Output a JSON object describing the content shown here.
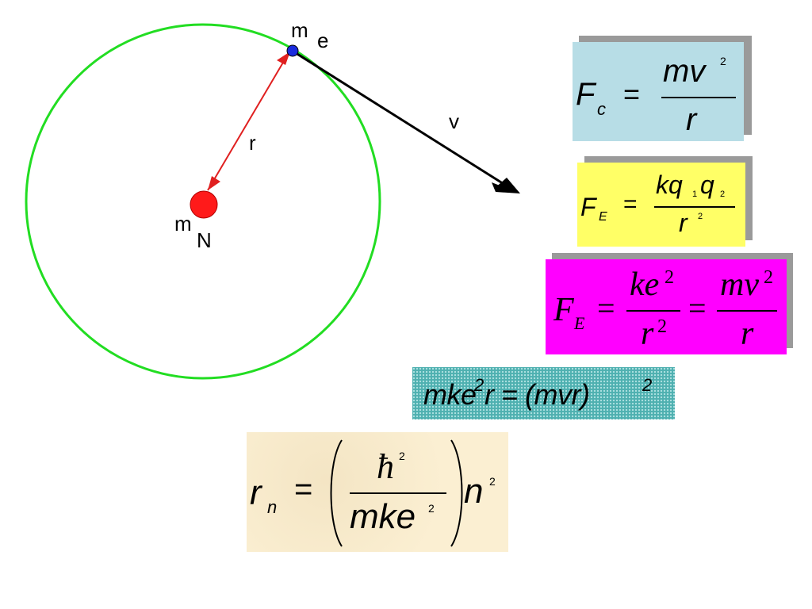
{
  "diagram": {
    "labels": {
      "electron_mass": {
        "m": "m",
        "sub": "e"
      },
      "nucleus_mass": {
        "m": "m",
        "sub": "N"
      },
      "radius": "r",
      "velocity": "v"
    },
    "colors": {
      "orbit": "#22dd22",
      "nucleus": "#ff1a1a",
      "electron": "#1a2bdd",
      "radius_arrow": "#e02020",
      "velocity_arrow": "#000000"
    }
  },
  "equations": {
    "centripetal": {
      "F": "F",
      "sub": "c",
      "eq": "=",
      "num_base": "mv",
      "num_exp": "2",
      "den": "r",
      "bg": "#b7dde6"
    },
    "coulomb": {
      "F": "F",
      "sub": "E",
      "eq": "=",
      "num_k": "kq",
      "num_s1": "1",
      "num_q": "q",
      "num_s2": "2",
      "den_base": "r",
      "den_exp": "2",
      "bg": "#ffff66"
    },
    "balance": {
      "F": "F",
      "sub": "E",
      "eq1": "=",
      "eq2": "=",
      "frac1_num_base": "ke",
      "frac1_num_exp": "2",
      "frac1_den_base": "r",
      "frac1_den_exp": "2",
      "frac2_num_base": "mv",
      "frac2_num_exp": "2",
      "frac2_den": "r",
      "bg": "#ff00ff"
    },
    "angular": {
      "p1": "mke",
      "e1": "2",
      "p2": "r = (mvr)",
      "e2": "2",
      "bg": "#4fb0b0"
    },
    "radius_formula": {
      "r": "r",
      "sub": "n",
      "eq": "=",
      "num_base": "ħ",
      "num_exp": "2",
      "den_base": "mke",
      "den_exp": "2",
      "n": "n",
      "n_exp": "2",
      "bg": "#fbefd2"
    }
  }
}
